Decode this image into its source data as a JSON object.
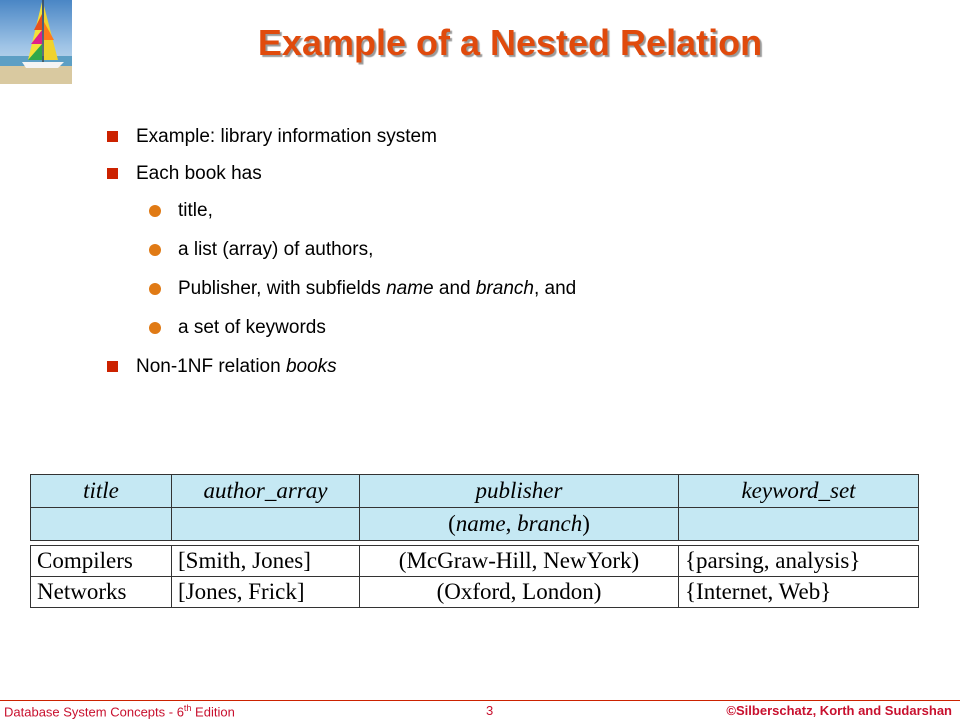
{
  "slide": {
    "title": "Example of a Nested Relation",
    "bullets": {
      "b1": "Example:  library information system",
      "b2": "Each book has",
      "s1": "title,",
      "s2": "a list (array) of authors,",
      "s3_a": "Publisher, with subfields ",
      "s3_name": "name",
      "s3_and": " and ",
      "s3_branch": "branch",
      "s3_end": ", and",
      "s4": "a set of keywords",
      "b3_a": "Non-1NF relation ",
      "b3_books": "books"
    }
  },
  "relation": {
    "headers": [
      "title",
      "author_array",
      "publisher",
      "keyword_set"
    ],
    "publisher_subheader": {
      "open": "(",
      "name": "name",
      "comma": ", ",
      "branch": "branch",
      "close": ")"
    },
    "rows": [
      [
        "Compilers",
        "[Smith, Jones]",
        "(McGraw-Hill, NewYork)",
        "{parsing, analysis}"
      ],
      [
        "Networks",
        "[Jones, Frick]",
        "(Oxford, London)",
        "{Internet, Web}"
      ]
    ]
  },
  "footer": {
    "left_a": "Database  System Concepts  - 6",
    "left_sup": "th",
    "left_b": " Edition",
    "page": "3",
    "right": "©Silberschatz, Korth and Sudarshan"
  },
  "colors": {
    "title": "#e04a0c",
    "bullet_square": "#cc2200",
    "bullet_dot": "#e07a15",
    "table_header_bg": "#c5e8f3",
    "footer_text": "#c8102e"
  }
}
